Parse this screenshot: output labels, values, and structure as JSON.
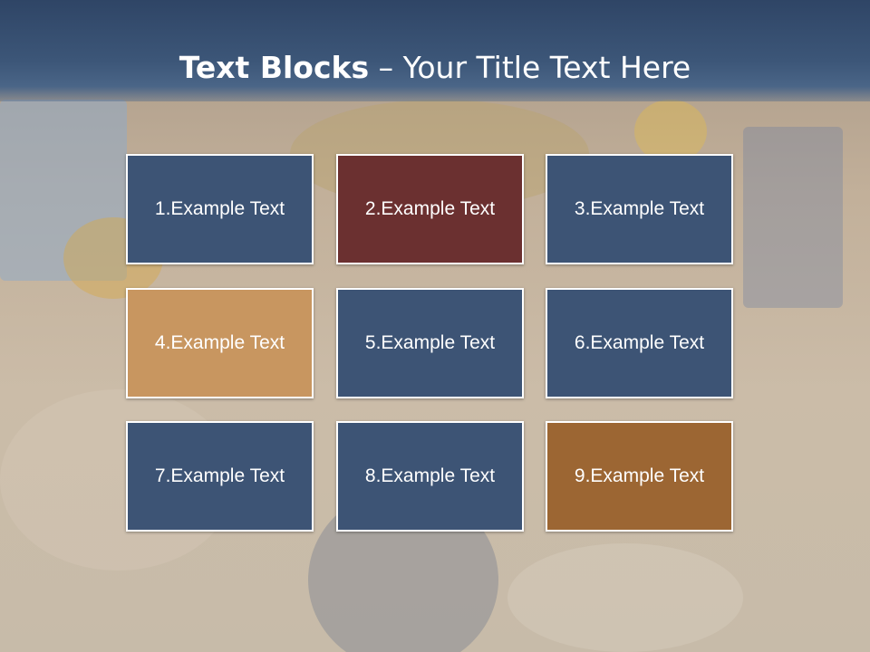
{
  "title": {
    "bold": "Text Blocks",
    "rest": " – Your Title Text Here"
  },
  "colors": {
    "blue": "#3d5475",
    "maroon": "#6b3030",
    "tan": "#c89660",
    "brown": "#9c6633"
  },
  "blocks": [
    {
      "label": "1.Example Text",
      "color": "#3d5475"
    },
    {
      "label": "2.Example Text",
      "color": "#6b3030"
    },
    {
      "label": "3.Example Text",
      "color": "#3d5475"
    },
    {
      "label": "4.Example Text",
      "color": "#c89660"
    },
    {
      "label": "5.Example Text",
      "color": "#3d5475"
    },
    {
      "label": "6.Example Text",
      "color": "#3d5475"
    },
    {
      "label": "7.Example Text",
      "color": "#3d5475"
    },
    {
      "label": "8.Example Text",
      "color": "#3d5475"
    },
    {
      "label": "9.Example Text",
      "color": "#9c6633"
    }
  ]
}
